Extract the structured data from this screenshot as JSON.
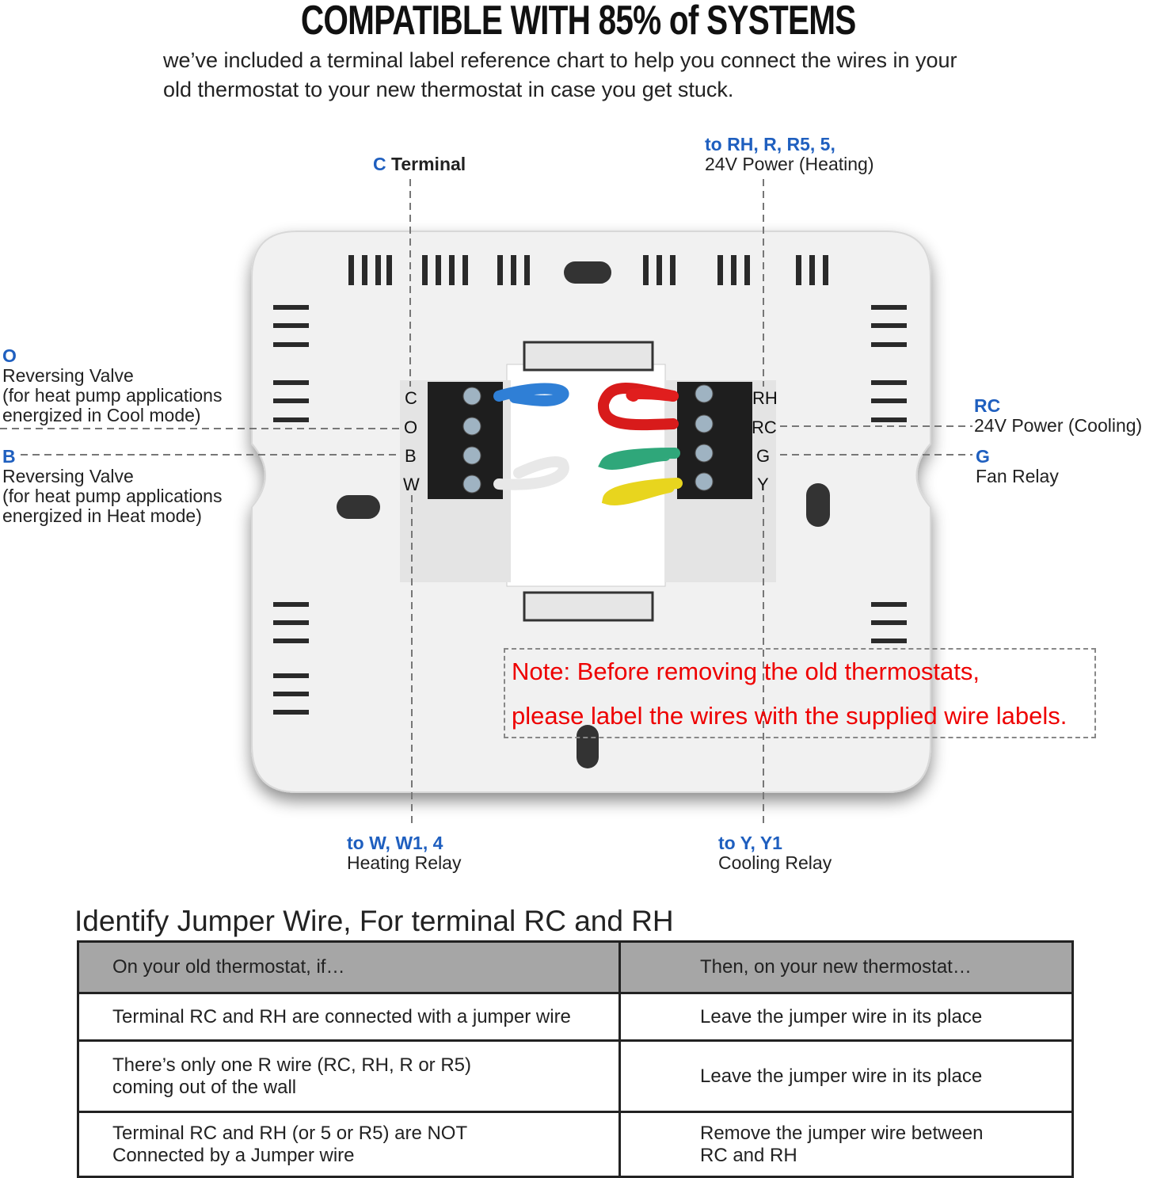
{
  "title": "COMPATIBLE WITH 85% of SYSTEMS",
  "intro": [
    "we’ve included a terminal label reference chart to help you connect the wires in your",
    "old thermostat to your new thermostat in case you get stuck."
  ],
  "callouts": {
    "c_terminal": {
      "key": "C",
      "text": "Terminal"
    },
    "rh": {
      "key": "to RH, R, R5, 5,",
      "text": "24V Power (Heating)"
    },
    "o": {
      "key": "O",
      "lines": [
        "Reversing Valve",
        "(for heat pump applications",
        "energized in Cool mode)"
      ]
    },
    "b": {
      "key": "B",
      "lines": [
        "Reversing Valve",
        "(for heat pump applications",
        "energized in Heat mode)"
      ]
    },
    "rc": {
      "key": "RC",
      "text": "24V Power (Cooling)"
    },
    "g": {
      "key": "G",
      "text": "Fan Relay"
    },
    "w": {
      "key": "to W, W1, 4",
      "text": "Heating Relay"
    },
    "y": {
      "key": "to Y, Y1",
      "text": "Cooling Relay"
    }
  },
  "terminals": {
    "left": [
      "C",
      "O",
      "B",
      "W"
    ],
    "right": [
      "RH",
      "RC",
      "G",
      "Y"
    ]
  },
  "wire_colors": {
    "C": "#2f7fd6",
    "W": "#e8e8e8",
    "RH": "#e01e1e",
    "RC": "#d01818",
    "G": "#2fa77a",
    "Y": "#e8d51e"
  },
  "note": [
    "Note: Before removing the old thermostats,",
    "please label the wires with the supplied wire labels."
  ],
  "jumper": {
    "title": "Identify Jumper Wire, For terminal RC and RH",
    "headers": [
      "On your old thermostat, if…",
      "Then, on your new thermostat…"
    ],
    "rows": [
      {
        "if": [
          "Terminal RC and RH are connected with a jumper wire"
        ],
        "then": [
          "Leave the jumper wire in its place"
        ]
      },
      {
        "if": [
          "There’s only one R wire (RC, RH, R or R5)",
          "coming out of the wall"
        ],
        "then": [
          "Leave the jumper wire in its place"
        ]
      },
      {
        "if": [
          "Terminal RC and RH (or 5 or R5) are NOT",
          "Connected by a Jumper wire"
        ],
        "then": [
          "Remove the jumper wire between",
          "RC and RH"
        ]
      }
    ]
  }
}
